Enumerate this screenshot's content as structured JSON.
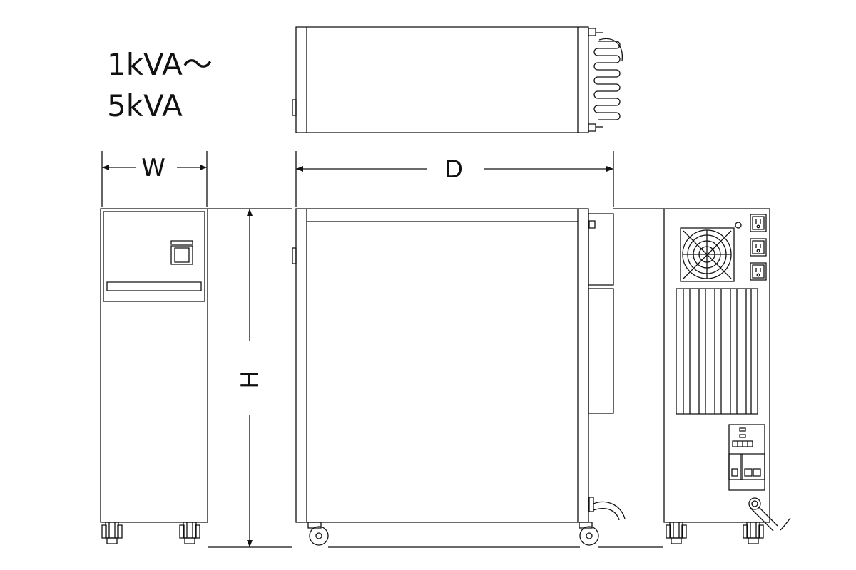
{
  "model_range": {
    "line1": "1kVA～",
    "line2": "5kVA"
  },
  "dimensions": {
    "width_label": "W",
    "depth_label": "D",
    "height_label": "H"
  },
  "colors": {
    "line": "#111111",
    "background": "#ffffff"
  },
  "icons": [
    "fan-icon",
    "outlet-icon",
    "breaker-icon",
    "caster-icon",
    "power-cord-icon"
  ]
}
